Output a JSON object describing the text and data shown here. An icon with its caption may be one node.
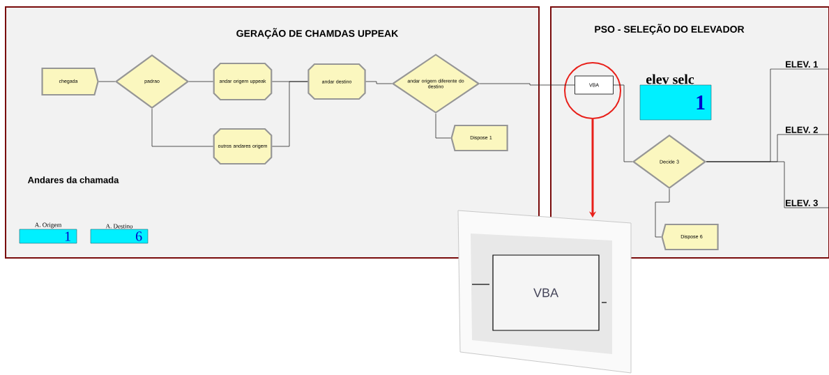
{
  "diagram": {
    "nodes": [
      {
        "text": [
          "GERAÇÃO DE CHAMDAS UPPEAK"
        ]
      },
      {
        "text": [
          "PSO - SELEÇÃO DO ELEVADOR"
        ]
      },
      {
        "text": [
          "chegada"
        ],
        "in": 0
      },
      {
        "text": [
          "padrao"
        ],
        "in": 0
      },
      {
        "text": [
          "andar origem uppeak"
        ],
        "in": 0
      },
      {
        "text": [
          "outros andares origem"
        ],
        "in": 0
      },
      {
        "text": [
          "andar destino"
        ],
        "in": 0
      },
      {
        "text": [
          "andar origem diferente do destino"
        ],
        "in": 0
      },
      {
        "text": [
          "Dispose 1"
        ],
        "in": 0
      },
      {
        "text": [
          "VBA"
        ],
        "in": 18
      },
      {
        "text": [
          "elev selc",
          "1"
        ],
        "in": 1
      },
      {
        "text": [
          "Decide 3"
        ],
        "in": 1
      },
      {
        "text": [
          "Dispose 6"
        ],
        "in": 1
      },
      {
        "text": [
          "ELEV. 1"
        ],
        "in": 1
      },
      {
        "text": [
          "ELEV. 2"
        ],
        "in": 1
      },
      {
        "text": [
          "ELEV. 3"
        ],
        "in": 1
      },
      {
        "text": [
          "A. Origem",
          "1"
        ],
        "in": 0
      },
      {
        "text": [
          "A. Destino",
          "6"
        ],
        "in": 0
      },
      {
        "text": [],
        "shape": "circle",
        "in": 1
      },
      {
        "text": [
          "VBA"
        ]
      }
    ],
    "edges": [
      {
        "from": 2,
        "to": 3,
        "arrow": "none"
      },
      {
        "from": 3,
        "to": 4,
        "arrow": "none"
      },
      {
        "from": 3,
        "to": 5,
        "arrow": "none"
      },
      {
        "from": 4,
        "to": 6,
        "arrow": "none"
      },
      {
        "from": 5,
        "to": 6,
        "arrow": "none"
      },
      {
        "from": 6,
        "to": 7,
        "arrow": "none"
      },
      {
        "from": 7,
        "to": 9,
        "arrow": "none"
      },
      {
        "from": 7,
        "to": 8,
        "arrow": "none"
      },
      {
        "from": 9,
        "to": 11,
        "arrow": "none"
      },
      {
        "from": 11,
        "to": 13,
        "arrow": "none"
      },
      {
        "from": 11,
        "to": 14,
        "arrow": "none"
      },
      {
        "from": 11,
        "to": 15,
        "arrow": "none"
      },
      {
        "from": 11,
        "to": 12,
        "arrow": "none"
      },
      {
        "from": 18,
        "to": 19,
        "arrow": "to",
        "style": "thick",
        "color": "#e8201a"
      }
    ],
    "labels": [
      "Andares da chamada"
    ]
  }
}
